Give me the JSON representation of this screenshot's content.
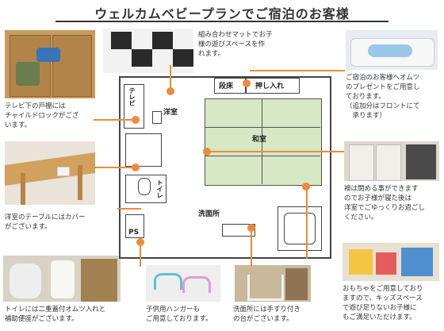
{
  "title": "ウェルカムベビープランでご宿泊のお客様",
  "floorplan": {
    "rooms": {
      "washitsu": "和室",
      "youshitsu": "洋室",
      "dantoko": "段床",
      "oshiire": "押し入れ",
      "terebi": "テレビ",
      "toilet": "トイレ",
      "senmenjo": "洗面所",
      "ps": "PS"
    }
  },
  "captions": {
    "mat": "組み合わせマットでお子\n様の遊びスペースを作\nれます。",
    "diaper": "ご宿泊のお客様へオムツ\nのプレゼントをご用意し\nております。\n（追加分はフロントにて\n　承ります）",
    "tv_cabinet": "テレビ下の戸棚には\nチャイルドロックがござ\nいます。",
    "table": "洋室のテーブルにはカバー\nがございます。",
    "fusuma": "襖は閉める事ができます\nのでお子様が寝た後は\n洋室でごゆっくりお過ごし\nください。",
    "toilet": "トイレには二重蓋付オムツ入れと\n補助便座がございます。",
    "hanger": "子供用ハンガーも\nご用意しております。",
    "step": "洗面所には手すり付き\nの台がございます。",
    "toys": "おもちゃをご用意しており\nますので、キッズスペース\nで遊び足りないお子様に\nもご満足いただけます。"
  },
  "colors": {
    "accent": "#ee8a3a",
    "tatami": "#d7e8c4",
    "wall": "#444444"
  }
}
